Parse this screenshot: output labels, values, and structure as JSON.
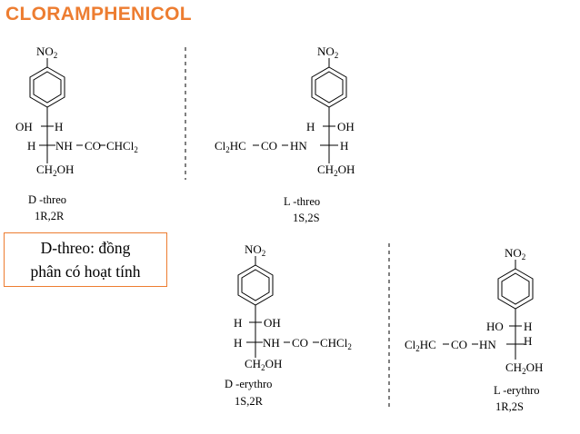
{
  "title": "CLORAMPHENICOL",
  "note": {
    "line1": "D-threo: đồng",
    "line2": "phân có hoạt tính"
  },
  "structures": {
    "d_threo": {
      "nitro": "NO",
      "nitro_sub": "2",
      "row1_left": "OH",
      "row1_right": "H",
      "row2_left": "H",
      "row2_right_nh": "NH",
      "row2_co": "CO",
      "row2_chcl": "CHCl",
      "row2_chcl_sub": "2",
      "bottom": "CH",
      "bottom_sub": "2",
      "bottom_oh": "OH",
      "name": "D -threo",
      "config": "1R,2R"
    },
    "l_threo": {
      "nitro": "NO",
      "nitro_sub": "2",
      "row1_left": "H",
      "row1_right": "OH",
      "left_cl": "Cl",
      "left_cl_sub": "2",
      "left_hc": "HC",
      "left_co": "CO",
      "left_hn": "HN",
      "row2_right": "H",
      "bottom": "CH",
      "bottom_sub": "2",
      "bottom_oh": "OH",
      "name": "L -threo",
      "config": "1S,2S"
    },
    "d_erythro": {
      "nitro": "NO",
      "nitro_sub": "2",
      "row1_left": "H",
      "row1_right": "OH",
      "row2_left": "H",
      "row2_right_nh": "NH",
      "row2_co": "CO",
      "row2_chcl": "CHCl",
      "row2_chcl_sub": "2",
      "bottom": "CH",
      "bottom_sub": "2",
      "bottom_oh": "OH",
      "name": "D -erythro",
      "config": "1S,2R"
    },
    "l_erythro": {
      "nitro": "NO",
      "nitro_sub": "2",
      "row1_left": "HO",
      "row1_right": "H",
      "left_cl": "Cl",
      "left_cl_sub": "2",
      "left_hc": "HC",
      "left_co": "CO",
      "left_hn": "HN",
      "row2_right": "H",
      "bottom": "CH",
      "bottom_sub": "2",
      "bottom_oh": "OH",
      "name": "L -erythro",
      "config": "1R,2S"
    }
  }
}
